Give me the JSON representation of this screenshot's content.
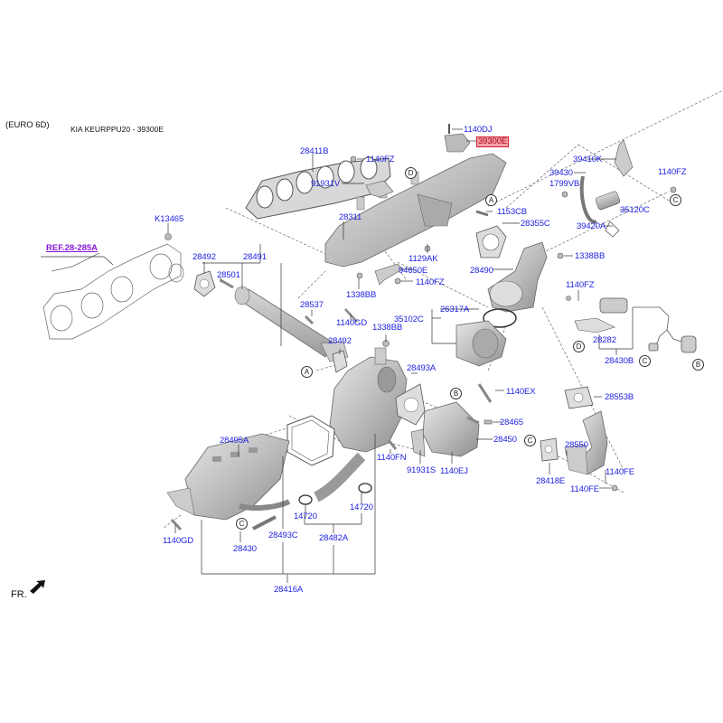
{
  "header": {
    "variant": "(EURO 6D)",
    "title": "KIA KEURPPU20 - 39300E"
  },
  "highlight_color": "#f4a0a8",
  "label_color": "#1f22e0",
  "ref_color": "#8a18d8",
  "orientation_label": "FR.",
  "references": [
    {
      "id": "ref-28-285a",
      "text": "REF.28-285A"
    }
  ],
  "callouts": [
    {
      "id": "a1",
      "text": "A"
    },
    {
      "id": "a2",
      "text": "A"
    },
    {
      "id": "b1",
      "text": "B"
    },
    {
      "id": "b2",
      "text": "B"
    },
    {
      "id": "c1",
      "text": "C"
    },
    {
      "id": "c2",
      "text": "C"
    },
    {
      "id": "c3",
      "text": "C"
    },
    {
      "id": "c4",
      "text": "C"
    },
    {
      "id": "d1",
      "text": "D"
    },
    {
      "id": "d2",
      "text": "D"
    }
  ],
  "parts": [
    {
      "id": "1140DJ",
      "text": "1140DJ"
    },
    {
      "id": "39300E",
      "text": "39300E",
      "highlighted": true
    },
    {
      "id": "28411B",
      "text": "28411B"
    },
    {
      "id": "1140FZ_a",
      "text": "1140FZ"
    },
    {
      "id": "91931V",
      "text": "91931V"
    },
    {
      "id": "39410K",
      "text": "39410K"
    },
    {
      "id": "39430",
      "text": "39430"
    },
    {
      "id": "1799VB",
      "text": "1799VB"
    },
    {
      "id": "1140FZ_b",
      "text": "1140FZ"
    },
    {
      "id": "35120C",
      "text": "35120C"
    },
    {
      "id": "39420A",
      "text": "39420A"
    },
    {
      "id": "K13465",
      "text": "K13465"
    },
    {
      "id": "28311",
      "text": "28311"
    },
    {
      "id": "1153CB",
      "text": "1153CB"
    },
    {
      "id": "28355C",
      "text": "28355C"
    },
    {
      "id": "1129AK",
      "text": "1129AK"
    },
    {
      "id": "94650E",
      "text": "94650E"
    },
    {
      "id": "1140FZ_c",
      "text": "1140FZ"
    },
    {
      "id": "1338BB_a",
      "text": "1338BB"
    },
    {
      "id": "28490",
      "text": "28490"
    },
    {
      "id": "1338BB_b",
      "text": "1338BB"
    },
    {
      "id": "1140FZ_d",
      "text": "1140FZ"
    },
    {
      "id": "28492_a",
      "text": "28492"
    },
    {
      "id": "28491",
      "text": "28491"
    },
    {
      "id": "28501",
      "text": "28501"
    },
    {
      "id": "28537",
      "text": "28537"
    },
    {
      "id": "1140GD_a",
      "text": "1140GD"
    },
    {
      "id": "1338BB_c",
      "text": "1338BB"
    },
    {
      "id": "26317A",
      "text": "26317A"
    },
    {
      "id": "35102C",
      "text": "35102C"
    },
    {
      "id": "28282",
      "text": "28282"
    },
    {
      "id": "28430B",
      "text": "28430B"
    },
    {
      "id": "28492_b",
      "text": "28492"
    },
    {
      "id": "28493A",
      "text": "28493A"
    },
    {
      "id": "1140EX",
      "text": "1140EX"
    },
    {
      "id": "28553B",
      "text": "28553B"
    },
    {
      "id": "28465",
      "text": "28465"
    },
    {
      "id": "28450",
      "text": "28450"
    },
    {
      "id": "28495A",
      "text": "28495A"
    },
    {
      "id": "1140FN",
      "text": "1140FN"
    },
    {
      "id": "91931S",
      "text": "91931S"
    },
    {
      "id": "1140EJ",
      "text": "1140EJ"
    },
    {
      "id": "28550",
      "text": "28550"
    },
    {
      "id": "28418E",
      "text": "28418E"
    },
    {
      "id": "1140FE_a",
      "text": "1140FE"
    },
    {
      "id": "1140FE_b",
      "text": "1140FE"
    },
    {
      "id": "14720_a",
      "text": "14720"
    },
    {
      "id": "14720_b",
      "text": "14720"
    },
    {
      "id": "1140GD_b",
      "text": "1140GD"
    },
    {
      "id": "28493C",
      "text": "28493C"
    },
    {
      "id": "28482A",
      "text": "28482A"
    },
    {
      "id": "28430",
      "text": "28430"
    },
    {
      "id": "28416A",
      "text": "28416A"
    }
  ]
}
